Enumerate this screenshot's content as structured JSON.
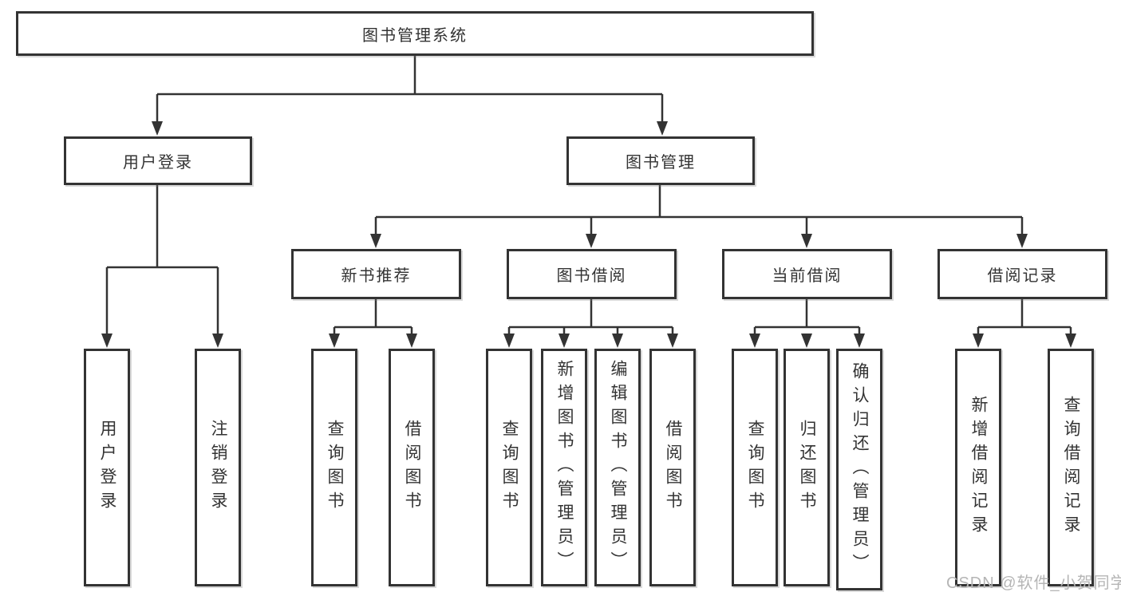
{
  "tree": {
    "root": "图书管理系统",
    "children": [
      {
        "label": "用户登录",
        "children": [
          "用户登录",
          "注销登录"
        ]
      },
      {
        "label": "图书管理",
        "children": [
          {
            "label": "新书推荐",
            "children": [
              "查询图书",
              "借阅图书"
            ]
          },
          {
            "label": "图书借阅",
            "children": [
              "查询图书",
              "新增图书（管理员）",
              "编辑图书（管理员）",
              "借阅图书"
            ]
          },
          {
            "label": "当前借阅",
            "children": [
              "查询图书",
              "归还图书",
              "确认归还（管理员）"
            ]
          },
          {
            "label": "借阅记录",
            "children": [
              "新增借阅记录",
              "查询借阅记录"
            ]
          }
        ]
      }
    ]
  },
  "watermark": {
    "text": "CSDN @软件_小贺同学"
  },
  "colors": {
    "line": "#333333",
    "box_border": "#333333",
    "text": "#333333",
    "watermark": "#b5b5b5",
    "background": "#ffffff"
  }
}
